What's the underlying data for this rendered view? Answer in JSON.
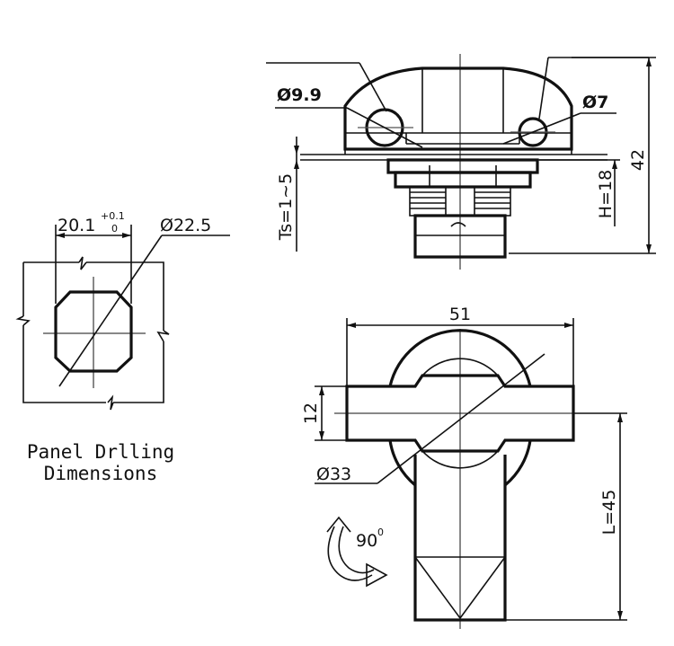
{
  "labels": {
    "panel_width": "20.1",
    "panel_tol_plus": "+0.1",
    "panel_tol_minus": "0",
    "panel_diameter": "Ø22.5",
    "hole_large": "Ø9.9",
    "hole_small": "Ø7",
    "height_total": "42",
    "height_body": "H=18",
    "thickness": "Ts=1~5",
    "width_cam": "51",
    "cam_thickness": "12",
    "body_diameter": "Ø33",
    "cam_length": "L=45",
    "rotation": "90",
    "rotation_unit": "0",
    "caption_line1": "Panel Drlling",
    "caption_line2": "Dimensions"
  }
}
